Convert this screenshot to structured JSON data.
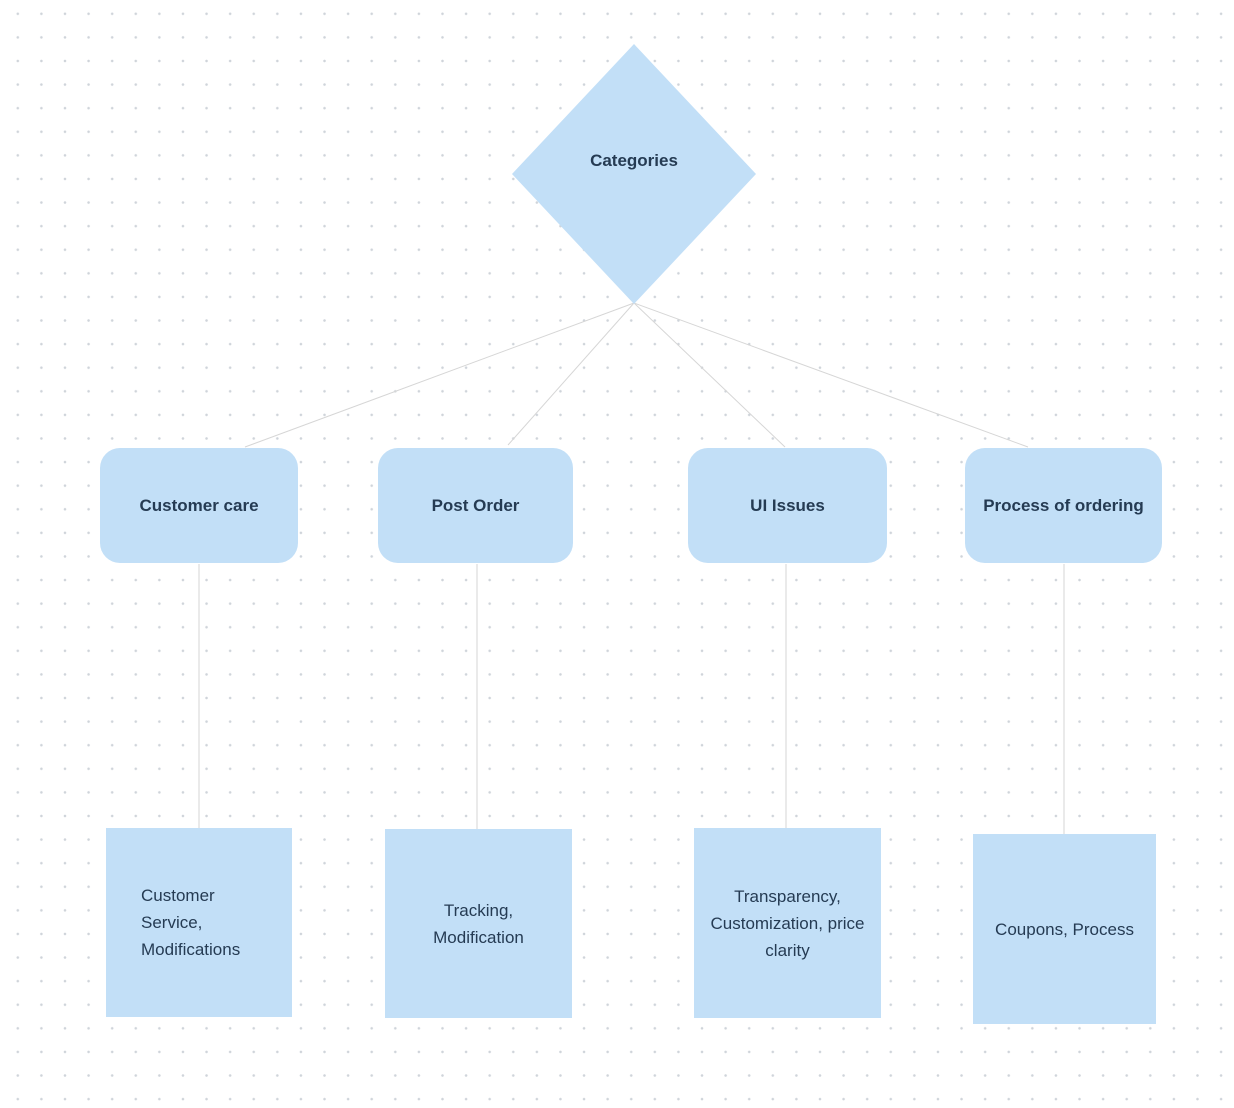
{
  "canvas": {
    "app": "diagram-board",
    "colors": {
      "background": "#FFFFFF",
      "dot_grid": "#CFD4DA",
      "node_fill": "#C2DFF7",
      "node_text": "#253B53",
      "connector": "#D6D6D6"
    },
    "nodes": {
      "categories": {
        "label": "Categories",
        "shape": "diamond"
      },
      "customer_care": {
        "label": "Customer care",
        "shape": "rounded-rect"
      },
      "post_order": {
        "label": "Post Order",
        "shape": "rounded-rect"
      },
      "ui_issues": {
        "label": "UI Issues",
        "shape": "rounded-rect"
      },
      "process_of_ordering": {
        "label": "Process of ordering",
        "shape": "rounded-rect"
      },
      "customer_care_details": {
        "label": "Customer Service, Modifications",
        "shape": "rect"
      },
      "post_order_details": {
        "label": "Tracking, Modification",
        "shape": "rect"
      },
      "ui_issues_details": {
        "label": "Transparency, Customization, price clarity",
        "shape": "rect"
      },
      "process_of_ordering_details": {
        "label": "Coupons, Process",
        "shape": "rect"
      }
    },
    "edges": [
      {
        "from": "categories",
        "to": "customer_care"
      },
      {
        "from": "categories",
        "to": "post_order"
      },
      {
        "from": "categories",
        "to": "ui_issues"
      },
      {
        "from": "categories",
        "to": "process_of_ordering"
      },
      {
        "from": "customer_care",
        "to": "customer_care_details"
      },
      {
        "from": "post_order",
        "to": "post_order_details"
      },
      {
        "from": "ui_issues",
        "to": "ui_issues_details"
      },
      {
        "from": "process_of_ordering",
        "to": "process_of_ordering_details"
      }
    ]
  }
}
